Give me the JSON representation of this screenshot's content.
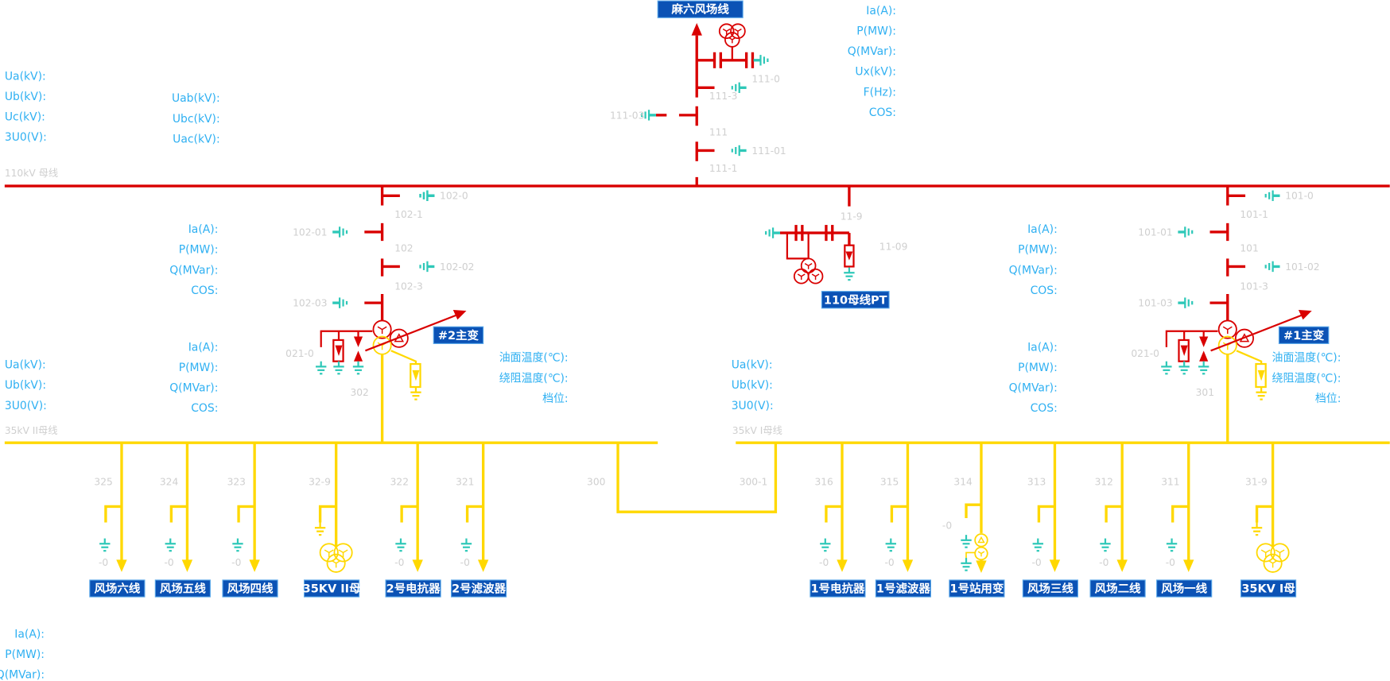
{
  "colors": {
    "hv": "#d90000",
    "lv": "#ffd800",
    "ground": "#2ec8b8",
    "label": "#cfcfcf",
    "meas": "#2fb0f2",
    "box_fill": "#0b52b5",
    "box_border": "#5aa8ea"
  },
  "buses": {
    "b110": "110kV 母线",
    "b35_2": "35kV II母线",
    "b35_1": "35kV I母线"
  },
  "line111": {
    "title": "麻六风场线",
    "l_111_0": "111-0",
    "l_111_3": "111-3",
    "l_111_03": "111-03",
    "l_111": "111",
    "l_111_01": "111-01",
    "l_111_1": "111-1"
  },
  "pt110": {
    "title": "110母线PT",
    "l_11_9": "11-9",
    "l_11_09": "11-09"
  },
  "t2": {
    "title": "#2主变",
    "a0": "102-0",
    "a1": "102-1",
    "a01": "102-01",
    "a": "102",
    "a02": "102-02",
    "a3": "102-3",
    "a03": "102-03",
    "neutral": "021-0",
    "lv": "302"
  },
  "t1": {
    "title": "#1主变",
    "a0": "101-0",
    "a1": "101-1",
    "a01": "101-01",
    "a": "101",
    "a02": "101-02",
    "a3": "101-3",
    "a03": "101-03",
    "neutral": "021-0",
    "lv": "301"
  },
  "bus_tie": {
    "a": "300",
    "b": "300-1"
  },
  "feeders_2": [
    {
      "num": "325",
      "ground": "-0",
      "name": "风场六线",
      "type": "line"
    },
    {
      "num": "324",
      "ground": "-0",
      "name": "风场五线",
      "type": "line"
    },
    {
      "num": "323",
      "ground": "-0",
      "name": "风场四线",
      "type": "line"
    },
    {
      "num": "32-9",
      "ground": "",
      "name": "35KV II母",
      "type": "pt"
    },
    {
      "num": "322",
      "ground": "-0",
      "name": "2号电抗器",
      "type": "line"
    },
    {
      "num": "321",
      "ground": "-0",
      "name": "2号滤波器",
      "type": "line"
    }
  ],
  "feeders_1": [
    {
      "num": "316",
      "ground": "-0",
      "name": "1号电抗器",
      "type": "line"
    },
    {
      "num": "315",
      "ground": "-0",
      "name": "1号滤波器",
      "type": "line"
    },
    {
      "num": "314",
      "ground": "-0",
      "name": "1号站用变",
      "type": "station"
    },
    {
      "num": "313",
      "ground": "-0",
      "name": "风场三线",
      "type": "line"
    },
    {
      "num": "312",
      "ground": "-0",
      "name": "风场二线",
      "type": "line"
    },
    {
      "num": "311",
      "ground": "-0",
      "name": "风场一线",
      "type": "line"
    },
    {
      "num": "31-9",
      "ground": "",
      "name": "35KV I母",
      "type": "pt"
    }
  ],
  "measurements": {
    "line111": [
      "Ia(A):",
      "P(MW):",
      "Q(MVar):",
      "Ux(kV):",
      "F(Hz):",
      "COS:"
    ],
    "bus110_phase": [
      "Ua(kV):",
      "Ub(kV):",
      "Uc(kV):",
      "3U0(V):"
    ],
    "bus110_line": [
      "Uab(kV):",
      "Ubc(kV):",
      "Uac(kV):"
    ],
    "t2_hv": [
      "Ia(A):",
      "P(MW):",
      "Q(MVar):",
      "COS:"
    ],
    "t2_lv": [
      "Ia(A):",
      "P(MW):",
      "Q(MVar):",
      "COS:"
    ],
    "bus35_2": [
      "Ua(kV):",
      "Ub(kV):",
      "3U0(V):"
    ],
    "t2_temp": [
      "油面温度(℃):",
      "绕阻温度(℃):",
      "档位:"
    ],
    "bus35_1": [
      "Ua(kV):",
      "Ub(kV):",
      "3U0(V):"
    ],
    "t1_hv": [
      "Ia(A):",
      "P(MW):",
      "Q(MVar):",
      "COS:"
    ],
    "t1_lv": [
      "Ia(A):",
      "P(MW):",
      "Q(MVar):",
      "COS:"
    ],
    "t1_temp": [
      "油面温度(℃):",
      "绕阻温度(℃):",
      "档位:"
    ],
    "bus_tie": [
      "Ia(A):",
      "P(MW):",
      "Q(MVar):"
    ]
  }
}
